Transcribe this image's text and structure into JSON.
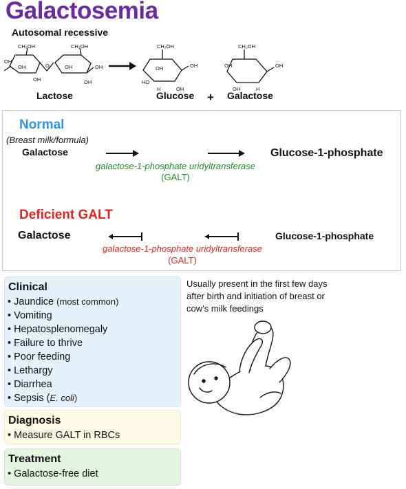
{
  "title": "Galactosemia",
  "inheritance": "Autosomal recessive",
  "molecules": {
    "lactose": "Lactose",
    "glucose": "Glucose",
    "plus": "+",
    "galactose": "Galactose",
    "ring_labels": {
      "ch2oh": "CH₂OH",
      "oh": "OH",
      "h": "H",
      "ho": "HO",
      "o": "O"
    }
  },
  "normal": {
    "heading": "Normal",
    "source": "(Breast milk/formula)",
    "substrate": "Galactose",
    "product": "Glucose-1-phosphate",
    "enzyme": "galactose-1-phosphate uridyltransferase",
    "enzyme_abbr": "(GALT)"
  },
  "deficient": {
    "heading": "Deficient GALT",
    "substrate": "Galactose",
    "product": "Glucose-1-phosphate",
    "enzyme": "galactose-1-phosphate uridyltransferase",
    "enzyme_abbr": "(GALT)"
  },
  "clinical": {
    "title": "Clinical",
    "items": [
      {
        "text": "Jaundice",
        "note": "(most common)"
      },
      {
        "text": "Vomiting"
      },
      {
        "text": "Hepatosplenomegaly"
      },
      {
        "text": "Failure to thrive"
      },
      {
        "text": "Poor feeding"
      },
      {
        "text": "Lethargy"
      },
      {
        "text": "Diarrhea"
      },
      {
        "text": "Sepsis (",
        "italic": "E. coli",
        "after": ")"
      }
    ]
  },
  "diagnosis": {
    "title": "Diagnosis",
    "items": [
      "Measure GALT in RBCs"
    ]
  },
  "treatment": {
    "title": "Treatment",
    "items": [
      "Galactose-free diet"
    ]
  },
  "onset_note": "Usually present in the first few days after birth and initiation of breast or cow’s milk feedings",
  "colors": {
    "title": "#6a2aa0",
    "normal": "#2f93e8",
    "deficient": "#e0251f",
    "enzyme_normal": "#1e8e2a"
  }
}
